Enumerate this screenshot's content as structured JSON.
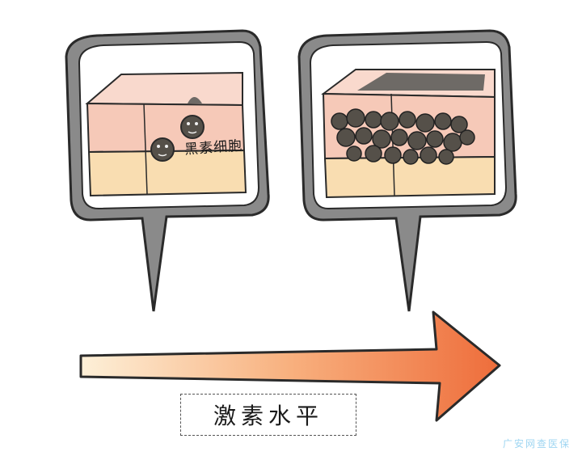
{
  "labels": {
    "melanocyte": "黑素细胞",
    "axis": "激素水平",
    "watermark": "广安网查医保"
  },
  "colors": {
    "bubble_fill": "#8a8a8a",
    "skin_top": "#f7d0c4",
    "skin_side": "#f2bfae",
    "fat_layer": "#f9ddb1",
    "melanin_cell": "#555049",
    "arrow_light": "#fde7c7",
    "arrow_dark": "#f07d4b"
  },
  "icons": [
    "speech-bubble",
    "skin-block",
    "melanocyte-cell",
    "arrow-right"
  ]
}
